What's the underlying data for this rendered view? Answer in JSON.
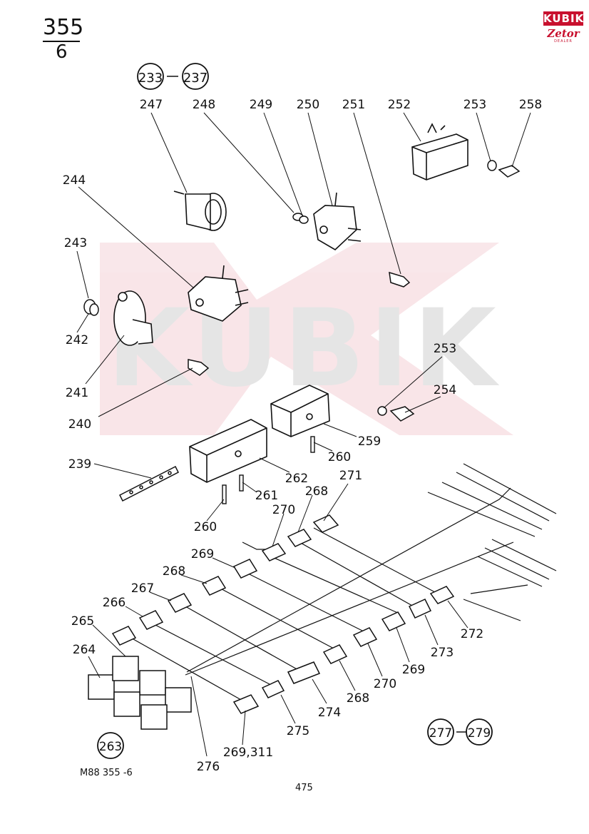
{
  "header": {
    "number": "355",
    "sub": "6"
  },
  "logo": {
    "brand": "KUBIK",
    "sub": "Zetor",
    "dealer": "DEALER"
  },
  "footer": {
    "code": "M88  355 -6",
    "page": "475"
  },
  "ranges": {
    "top": {
      "from": "233",
      "to": "237"
    },
    "bottom": {
      "from": "277",
      "to": "279"
    }
  },
  "circled": {
    "set": "263"
  },
  "labels": {
    "p247": "247",
    "p248": "248",
    "p249": "249",
    "p250": "250",
    "p251": "251",
    "p252": "252",
    "p253a": "253",
    "p258": "258",
    "p244": "244",
    "p243": "243",
    "p242": "242",
    "p241": "241",
    "p240": "240",
    "p253b": "253",
    "p254": "254",
    "p259": "259",
    "p260a": "260",
    "p262": "262",
    "p261": "261",
    "p239": "239",
    "p260b": "260",
    "p271": "271",
    "p268a": "268",
    "p270a": "270",
    "p269a": "269",
    "p268b": "268",
    "p267": "267",
    "p266": "266",
    "p265": "265",
    "p264": "264",
    "p272": "272",
    "p273": "273",
    "p269b": "269",
    "p270b": "270",
    "p268c": "268",
    "p274": "274",
    "p275": "275",
    "p269311": "269,311",
    "p276": "276"
  }
}
